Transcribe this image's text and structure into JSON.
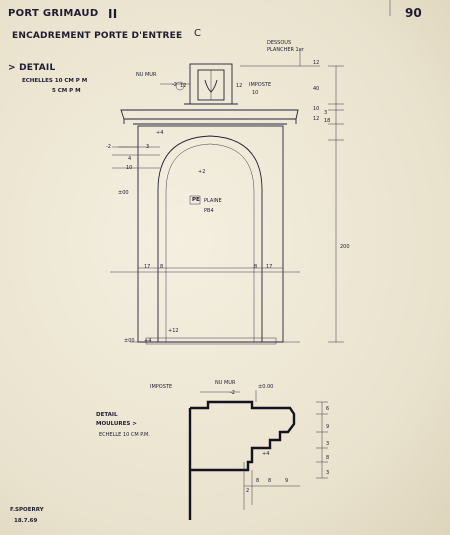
{
  "header": {
    "project": "PORT GRIMAUD",
    "roman": "II",
    "sheet_title": "ENCADREMENT PORTE D'ENTREE",
    "revision": "C",
    "sheet_number": "90"
  },
  "detail_block": {
    "title": "> DETAIL",
    "scale_1": "ECHELLES 10 CM P M",
    "scale_2": "5 CM P M"
  },
  "elevation": {
    "label_dessous": "DESSOUS",
    "label_plancher": "PLANCHER 1er",
    "label_nu_mur": "NU MUR",
    "label_imposte": "IMPOSTE",
    "label_imposte_val": "10",
    "label_pe": "PE",
    "label_plaine": "PLAINE",
    "label_pb": "PB4",
    "dims": {
      "d12a": "12",
      "d12b": "12",
      "d12c": "12",
      "d12d": "12",
      "d40": "40",
      "d10": "10",
      "d3": "3",
      "d18": "18",
      "dm2": "-2",
      "d3b": "3",
      "d4": "4",
      "d10b": "10",
      "d200": "200",
      "d17a": "17",
      "d8a": "8",
      "d8b": "8",
      "d17b": "17",
      "p4": "+4",
      "p4b": "+4",
      "p2": "+2",
      "p12": "+12",
      "pm00": "±00",
      "pm00b": "±00",
      "m2": "-2"
    }
  },
  "moulures": {
    "title_1": "DETAIL",
    "title_2": "MOULURES >",
    "scale": "ECHELLE 10 CM P.M.",
    "label_imposte": "IMPOSTE",
    "label_nu_mur": "NU MUR",
    "d_m2": "-2",
    "d_pm000": "±0.00",
    "d_p4": "+4",
    "d_stack": [
      "3",
      "8",
      "3",
      "9",
      "6"
    ],
    "bottom": [
      "2",
      "8",
      "8",
      "9"
    ]
  },
  "signature": {
    "name": "F.SPOERRY",
    "date": "18.7.69"
  }
}
